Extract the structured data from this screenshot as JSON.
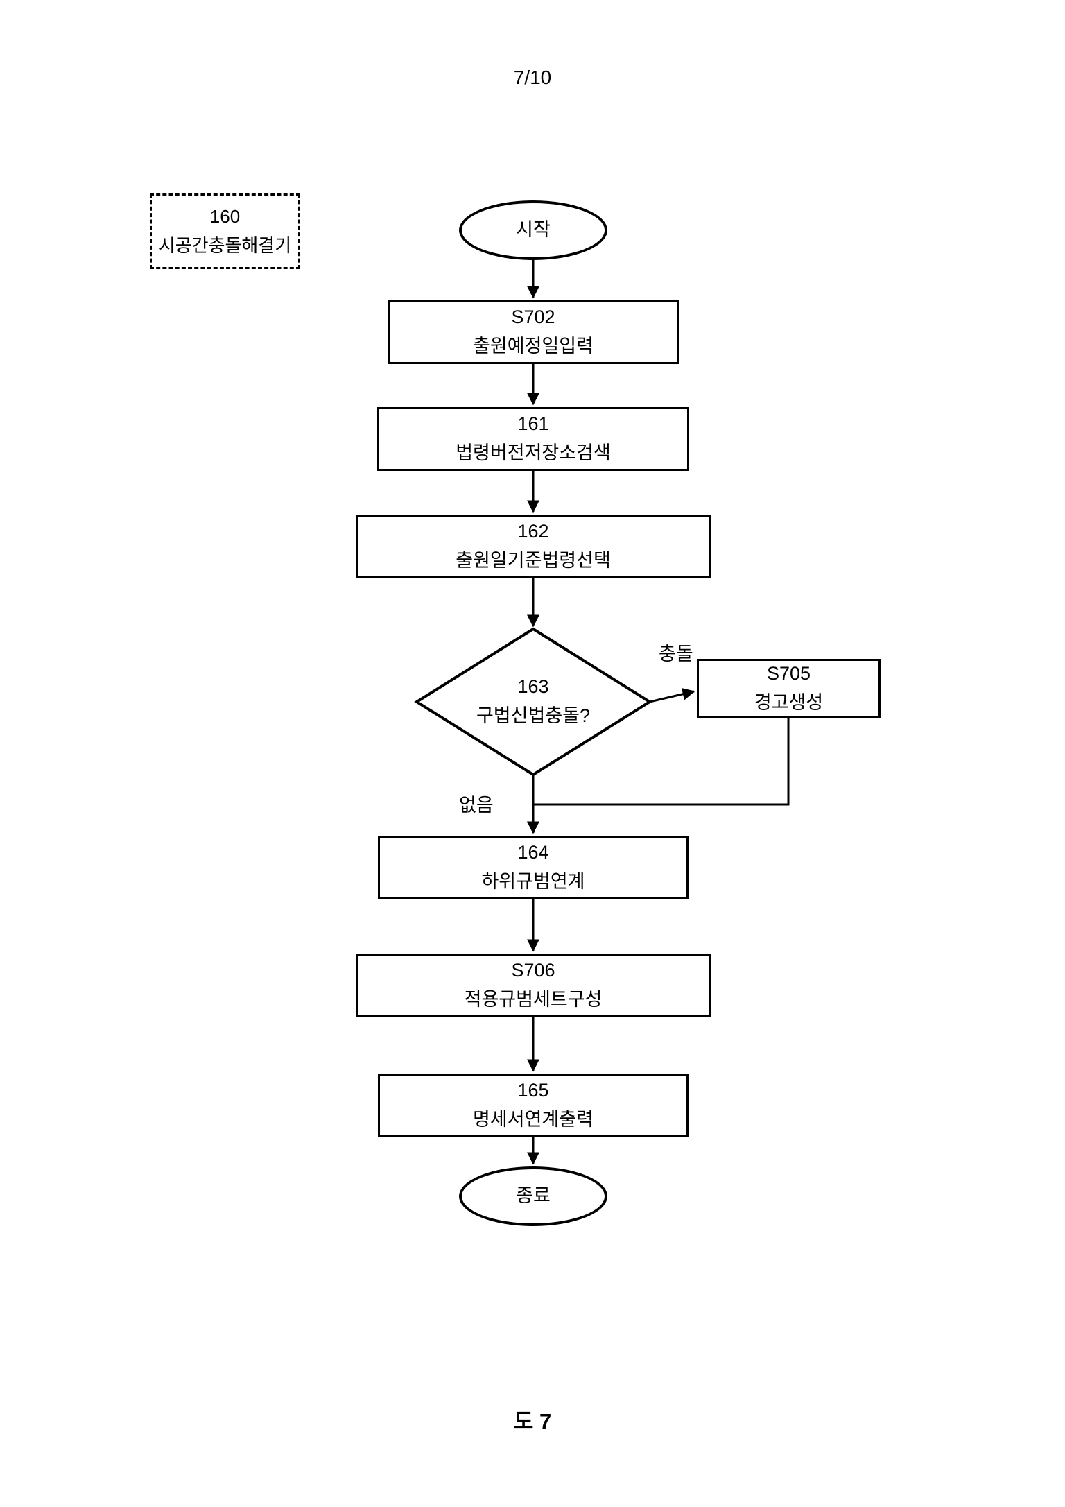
{
  "page": {
    "number": "7/10",
    "caption": "도 7"
  },
  "module": {
    "id": "160",
    "name": "시공간충돌해결기"
  },
  "nodes": {
    "start": {
      "type": "terminator",
      "label": "시작"
    },
    "s702": {
      "type": "process",
      "id": "S702",
      "label": "출원예정일입력"
    },
    "n161": {
      "type": "process",
      "id": "161",
      "label": "법령버전저장소검색"
    },
    "n162": {
      "type": "process",
      "id": "162",
      "label": "출원일기준법령선택"
    },
    "n163": {
      "type": "decision",
      "id": "163",
      "label": "구법신법충돌?"
    },
    "s705": {
      "type": "process",
      "id": "S705",
      "label": "경고생성"
    },
    "n164": {
      "type": "process",
      "id": "164",
      "label": "하위규범연계"
    },
    "s706": {
      "type": "process",
      "id": "S706",
      "label": "적용규범세트구성"
    },
    "n165": {
      "type": "process",
      "id": "165",
      "label": "명세서연계출력"
    },
    "end": {
      "type": "terminator",
      "label": "종료"
    }
  },
  "edges": {
    "conflict_label": "충돌",
    "none_label": "없음",
    "connections": [
      {
        "from": "start",
        "to": "s702"
      },
      {
        "from": "s702",
        "to": "n161"
      },
      {
        "from": "n161",
        "to": "n162"
      },
      {
        "from": "n162",
        "to": "n163"
      },
      {
        "from": "n163",
        "to": "s705",
        "label": "충돌"
      },
      {
        "from": "n163",
        "to": "n164",
        "label": "없음"
      },
      {
        "from": "s705",
        "to": "n164"
      },
      {
        "from": "n164",
        "to": "s706"
      },
      {
        "from": "s706",
        "to": "n165"
      },
      {
        "from": "n165",
        "to": "end"
      }
    ]
  },
  "colors": {
    "line": "#000000",
    "background": "#ffffff"
  }
}
